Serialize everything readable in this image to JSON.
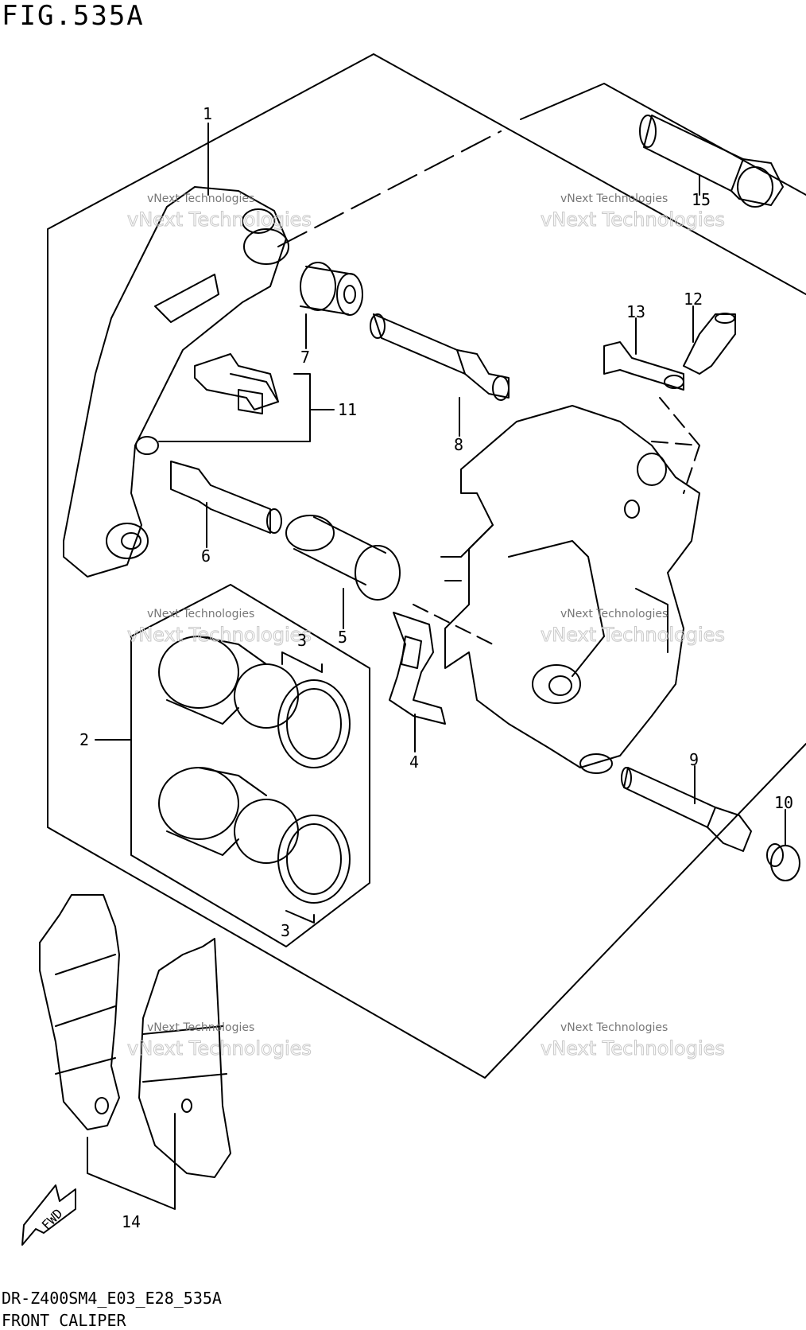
{
  "figure": {
    "title": "FIG.535A",
    "code": "DR-Z400SM4_E03_E28_535A",
    "name": "FRONT CALIPER"
  },
  "watermark": {
    "line1": "vNext Technologies",
    "line2": "vNext Technologies"
  },
  "callouts": [
    {
      "id": "c1",
      "label": "1"
    },
    {
      "id": "c2",
      "label": "2"
    },
    {
      "id": "c3a",
      "label": "3"
    },
    {
      "id": "c3b",
      "label": "3"
    },
    {
      "id": "c4",
      "label": "4"
    },
    {
      "id": "c5",
      "label": "5"
    },
    {
      "id": "c6",
      "label": "6"
    },
    {
      "id": "c7",
      "label": "7"
    },
    {
      "id": "c8",
      "label": "8"
    },
    {
      "id": "c9",
      "label": "9"
    },
    {
      "id": "c10",
      "label": "10"
    },
    {
      "id": "c11",
      "label": "11"
    },
    {
      "id": "c12",
      "label": "12"
    },
    {
      "id": "c13",
      "label": "13"
    },
    {
      "id": "c14",
      "label": "14"
    },
    {
      "id": "c15",
      "label": "15"
    }
  ],
  "fwd_label": "FWD",
  "fwd_icon": "forward-arrow-icon"
}
